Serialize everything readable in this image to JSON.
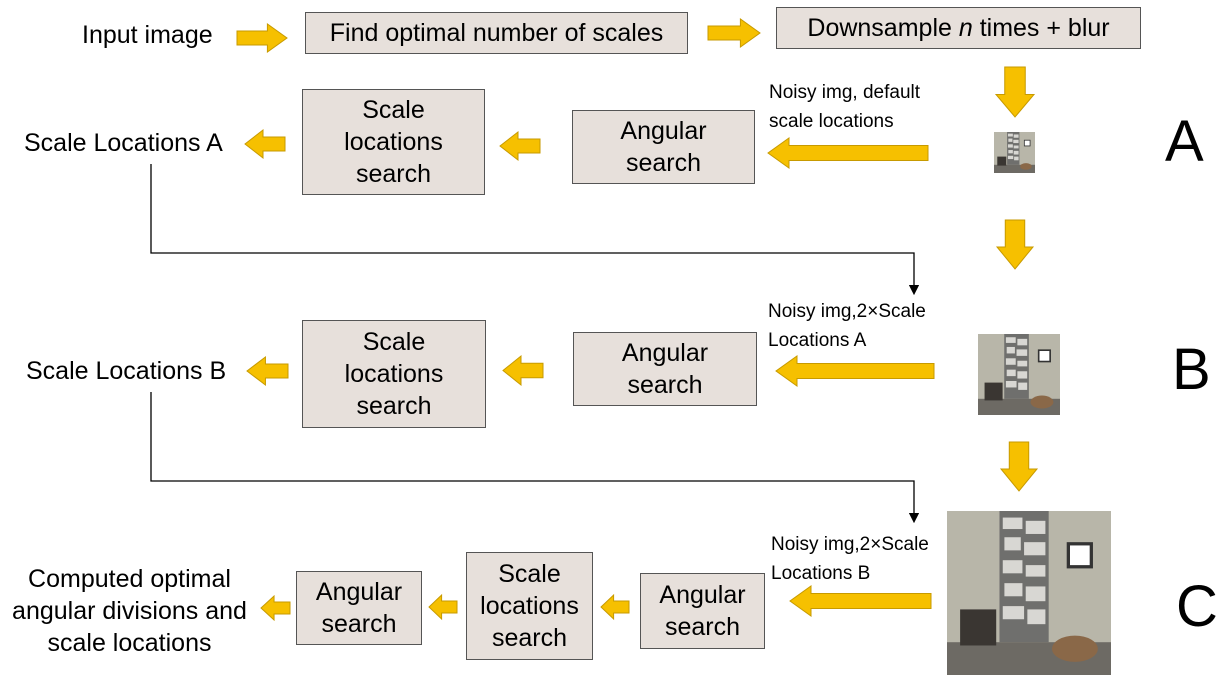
{
  "labels": {
    "input_image": "Input image",
    "find_scales": "Find optimal number of scales",
    "downsample_pre": "Downsample ",
    "downsample_n": "n",
    "downsample_post": " times + blur",
    "note_a_line1": "Noisy img, default",
    "note_a_line2": "scale locations",
    "note_b_line1": "Noisy img,2×Scale",
    "note_b_line2": "Locations A",
    "note_c_line1": "Noisy img,2×Scale",
    "note_c_line2": "Locations B",
    "angular_line1": "Angular",
    "angular_line2": "search",
    "scale_line1": "Scale",
    "scale_line2": "locations",
    "scale_line3": "search",
    "scale_locations_a": "Scale Locations A",
    "scale_locations_b": "Scale Locations B",
    "final_line1": "Computed optimal",
    "final_line2": "angular divisions and",
    "final_line3": "scale locations",
    "stage_a": "A",
    "stage_b": "B",
    "stage_c": "C"
  },
  "colors": {
    "arrow_fill": "#f6c000",
    "arrow_stroke": "#c79a00",
    "box_fill": "#e7e0db",
    "connector": "#000000"
  },
  "icons": {
    "flow_arrow": "block-arrow",
    "thumbnail": "stone-wall-room-photo"
  }
}
